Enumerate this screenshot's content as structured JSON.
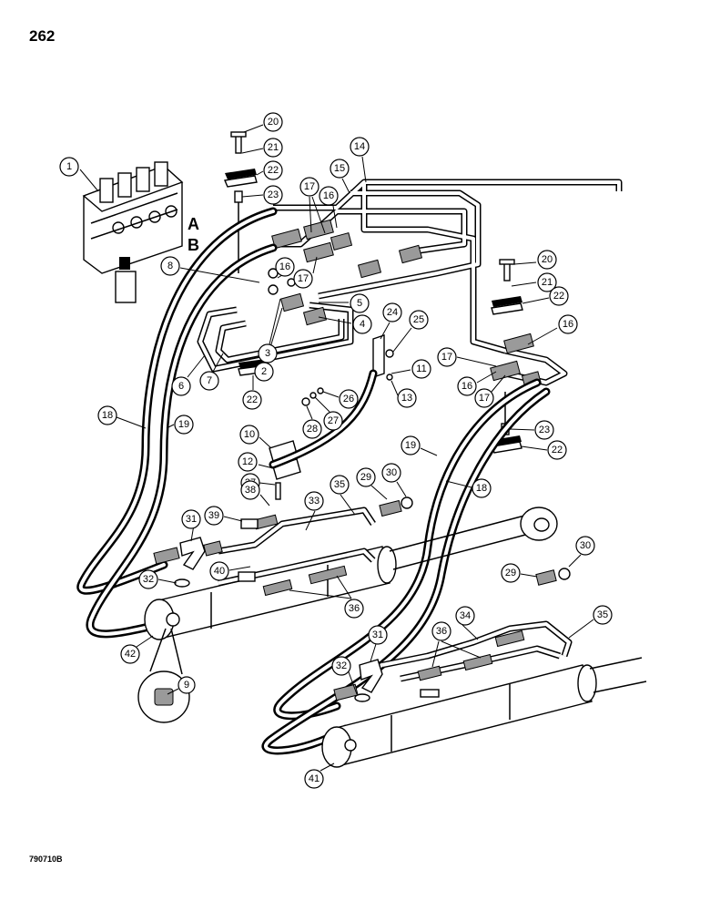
{
  "page_number": "262",
  "doc_code": "790710B",
  "port_labels": {
    "a": "A",
    "b": "B"
  },
  "callouts": [
    "1",
    "2",
    "3",
    "4",
    "5",
    "6",
    "7",
    "8",
    "9",
    "10",
    "11",
    "12",
    "13",
    "14",
    "15",
    "16",
    "16",
    "16",
    "16",
    "17",
    "17",
    "17",
    "17",
    "18",
    "18",
    "19",
    "19",
    "20",
    "20",
    "21",
    "21",
    "22",
    "22",
    "22",
    "22",
    "23",
    "23",
    "24",
    "25",
    "26",
    "27",
    "28",
    "29",
    "29",
    "30",
    "30",
    "31",
    "31",
    "32",
    "32",
    "33",
    "34",
    "35",
    "35",
    "36",
    "36",
    "37",
    "38",
    "39",
    "40",
    "41",
    "42"
  ]
}
